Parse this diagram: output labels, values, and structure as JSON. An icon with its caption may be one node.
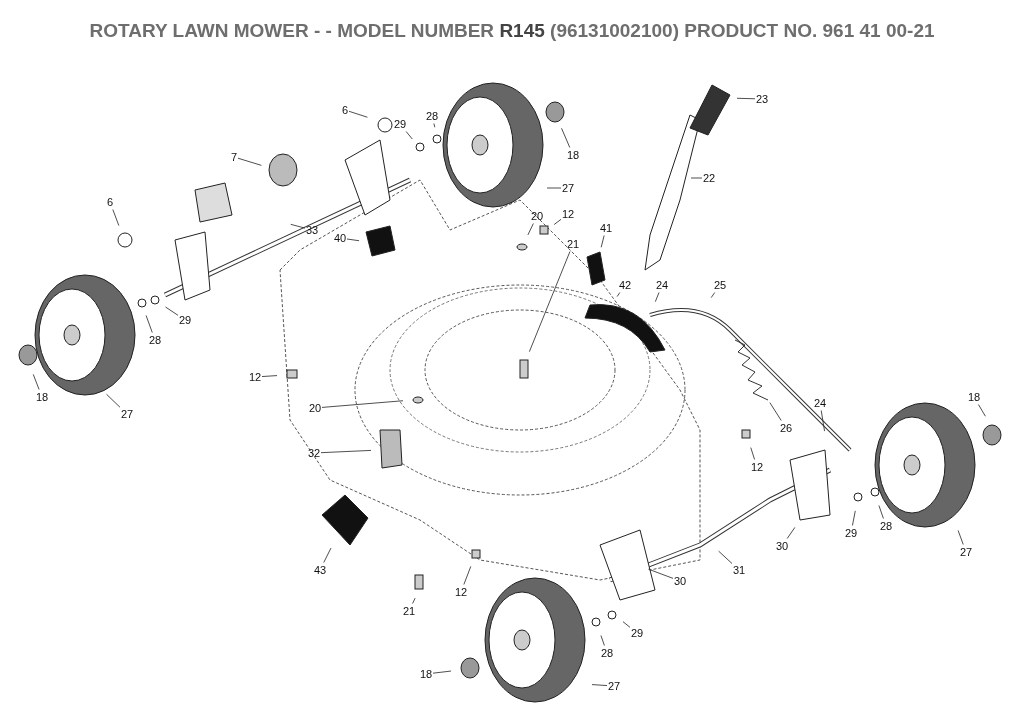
{
  "diagram": {
    "title": "ROTARY LAWN MOWER - - MODEL NUMBER **R145** (96131002100) PRODUCT NO. 961 41 00-21",
    "nodes": [
      {
        "text": [
          "6"
        ]
      },
      {
        "text": [
          "29"
        ]
      },
      {
        "text": [
          "28"
        ]
      },
      {
        "text": [
          "23"
        ]
      },
      {
        "text": [
          "7"
        ]
      },
      {
        "text": [
          "18"
        ]
      },
      {
        "text": [
          "27"
        ]
      },
      {
        "text": [
          "22"
        ]
      },
      {
        "text": [
          "6"
        ]
      },
      {
        "text": [
          "20"
        ]
      },
      {
        "text": [
          "12"
        ]
      },
      {
        "text": [
          "21"
        ]
      },
      {
        "text": [
          "33"
        ]
      },
      {
        "text": [
          "40"
        ]
      },
      {
        "text": [
          "41"
        ]
      },
      {
        "text": [
          "24"
        ]
      },
      {
        "text": [
          "25"
        ]
      },
      {
        "text": [
          "42"
        ]
      },
      {
        "text": [
          "29"
        ]
      },
      {
        "text": [
          "28"
        ]
      },
      {
        "text": [
          "12"
        ]
      },
      {
        "text": [
          "18"
        ]
      },
      {
        "text": [
          "27"
        ]
      },
      {
        "text": [
          "20"
        ]
      },
      {
        "text": [
          "26"
        ]
      },
      {
        "text": [
          "24"
        ]
      },
      {
        "text": [
          "18"
        ]
      },
      {
        "text": [
          "12"
        ]
      },
      {
        "text": [
          "32"
        ]
      },
      {
        "text": [
          "29"
        ]
      },
      {
        "text": [
          "28"
        ]
      },
      {
        "text": [
          "30"
        ]
      },
      {
        "text": [
          "27"
        ]
      },
      {
        "text": [
          "43"
        ]
      },
      {
        "text": [
          "12"
        ]
      },
      {
        "text": [
          "31"
        ]
      },
      {
        "text": [
          "30"
        ]
      },
      {
        "text": [
          "21"
        ]
      },
      {
        "text": [
          "29"
        ]
      },
      {
        "text": [
          "28"
        ]
      },
      {
        "text": [
          "18"
        ]
      },
      {
        "text": [
          "27"
        ]
      }
    ],
    "edges": [
      {
        "from": 0,
        "to": null,
        "arrow": "none"
      },
      {
        "from": 1,
        "to": null,
        "arrow": "none"
      },
      {
        "from": 2,
        "to": null,
        "arrow": "none"
      },
      {
        "from": 3,
        "to": null,
        "arrow": "none"
      },
      {
        "from": 4,
        "to": null,
        "arrow": "none"
      },
      {
        "from": 5,
        "to": null,
        "arrow": "none"
      },
      {
        "from": 6,
        "to": null,
        "arrow": "none"
      },
      {
        "from": 7,
        "to": null,
        "arrow": "none"
      },
      {
        "from": 8,
        "to": null,
        "arrow": "none"
      },
      {
        "from": 9,
        "to": null,
        "arrow": "none"
      },
      {
        "from": 10,
        "to": null,
        "arrow": "none"
      },
      {
        "from": 11,
        "to": null,
        "arrow": "none"
      },
      {
        "from": 12,
        "to": null,
        "arrow": "none"
      },
      {
        "from": 13,
        "to": null,
        "arrow": "none"
      },
      {
        "from": 14,
        "to": null,
        "arrow": "none"
      },
      {
        "from": 15,
        "to": null,
        "arrow": "none"
      },
      {
        "from": 16,
        "to": null,
        "arrow": "none"
      },
      {
        "from": 17,
        "to": null,
        "arrow": "none"
      },
      {
        "from": 18,
        "to": null,
        "arrow": "none"
      },
      {
        "from": 19,
        "to": null,
        "arrow": "none"
      },
      {
        "from": 20,
        "to": null,
        "arrow": "none"
      },
      {
        "from": 21,
        "to": null,
        "arrow": "none"
      },
      {
        "from": 22,
        "to": null,
        "arrow": "none"
      },
      {
        "from": 23,
        "to": null,
        "arrow": "none"
      },
      {
        "from": 24,
        "to": null,
        "arrow": "none"
      },
      {
        "from": 25,
        "to": null,
        "arrow": "none"
      },
      {
        "from": 26,
        "to": null,
        "arrow": "none"
      },
      {
        "from": 27,
        "to": null,
        "arrow": "none"
      },
      {
        "from": 28,
        "to": null,
        "arrow": "none"
      },
      {
        "from": 29,
        "to": null,
        "arrow": "none"
      },
      {
        "from": 30,
        "to": null,
        "arrow": "none"
      },
      {
        "from": 31,
        "to": null,
        "arrow": "none"
      },
      {
        "from": 32,
        "to": null,
        "arrow": "none"
      },
      {
        "from": 33,
        "to": null,
        "arrow": "none"
      },
      {
        "from": 34,
        "to": null,
        "arrow": "none"
      },
      {
        "from": 35,
        "to": null,
        "arrow": "none"
      },
      {
        "from": 36,
        "to": null,
        "arrow": "none"
      },
      {
        "from": 37,
        "to": null,
        "arrow": "none"
      },
      {
        "from": 38,
        "to": null,
        "arrow": "none"
      },
      {
        "from": 39,
        "to": null,
        "arrow": "none"
      },
      {
        "from": 40,
        "to": null,
        "arrow": "none"
      },
      {
        "from": 41,
        "to": null,
        "arrow": "none"
      }
    ]
  }
}
